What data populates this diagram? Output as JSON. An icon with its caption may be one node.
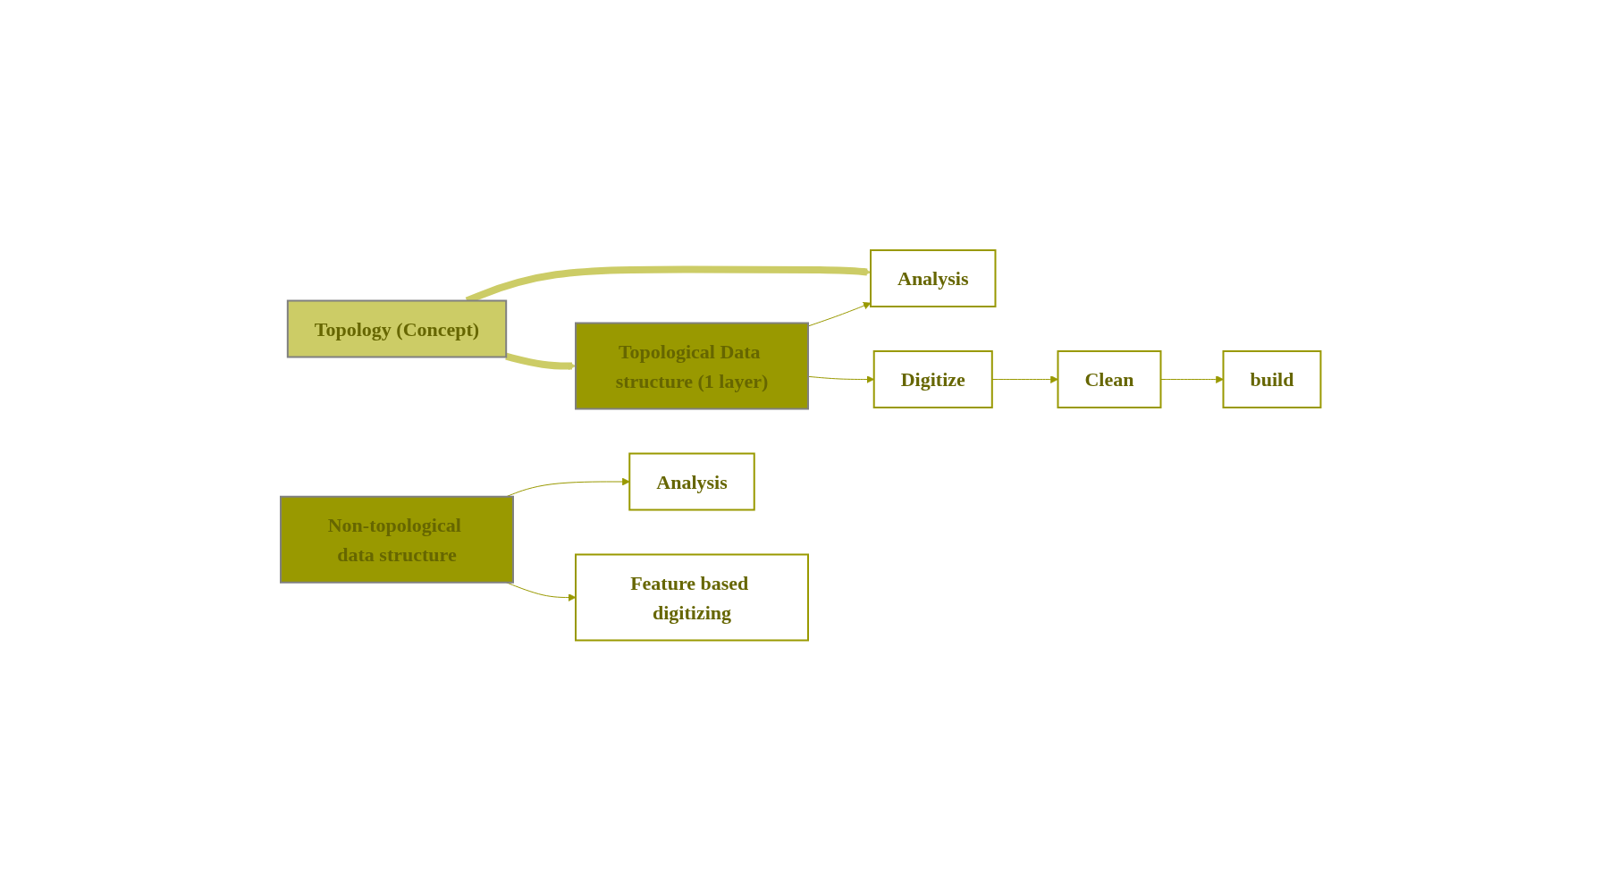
{
  "diagram": {
    "nodes": [
      {
        "text": [
          "Topology (Concept)"
        ]
      },
      {
        "text": [
          "Analysis"
        ]
      },
      {
        "text": [
          "Topological Data structure (1 layer)"
        ]
      },
      {
        "text": [
          "Digitize"
        ]
      },
      {
        "text": [
          "Clean"
        ]
      },
      {
        "text": [
          "build"
        ]
      },
      {
        "text": [
          "Analysis"
        ]
      },
      {
        "text": [
          "Non-topological data structure"
        ]
      },
      {
        "text": [
          "Feature based digitizing"
        ]
      }
    ],
    "edges": [
      {
        "from": 0,
        "to": 1,
        "arrow": "to",
        "style": "thick",
        "color": "#cccc66"
      },
      {
        "from": 0,
        "to": 2,
        "arrow": "to",
        "style": "thick",
        "color": "#cccc66"
      },
      {
        "from": 2,
        "to": 1,
        "arrow": "to"
      },
      {
        "from": 2,
        "to": 3,
        "arrow": "to"
      },
      {
        "from": 3,
        "to": 4,
        "arrow": "to"
      },
      {
        "from": 4,
        "to": 5,
        "arrow": "to"
      },
      {
        "from": 7,
        "to": 6,
        "arrow": "to"
      },
      {
        "from": 7,
        "to": 8,
        "arrow": "to"
      }
    ]
  }
}
